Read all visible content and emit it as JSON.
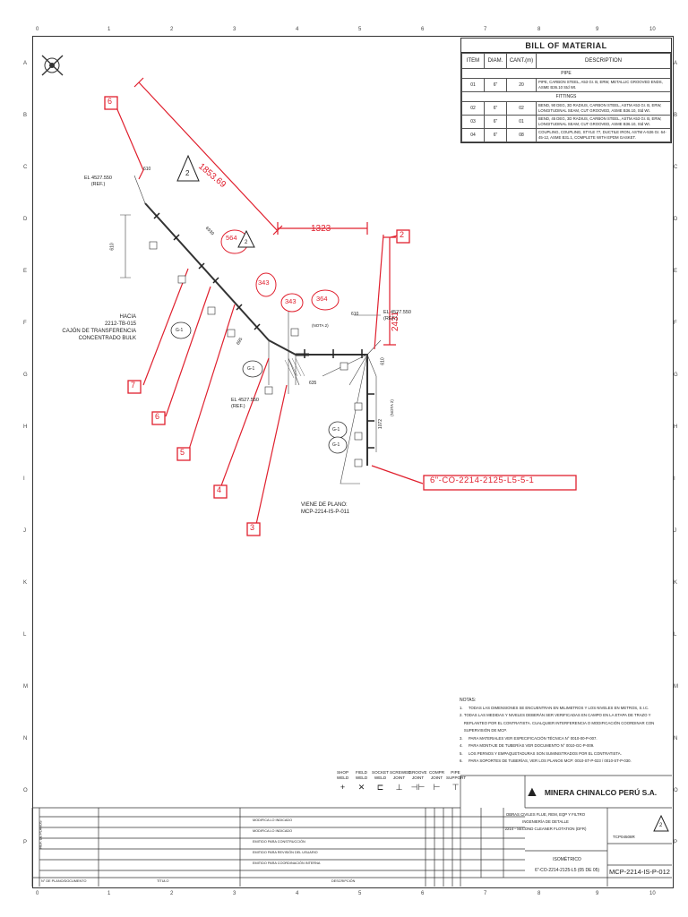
{
  "grid": {
    "top_numbers": [
      "0",
      "1",
      "2",
      "3",
      "4",
      "5",
      "6",
      "7",
      "8",
      "9",
      "10"
    ],
    "side_letters": [
      "A",
      "B",
      "C",
      "D",
      "E",
      "F",
      "G",
      "H",
      "I",
      "J",
      "K",
      "L",
      "M",
      "N",
      "O",
      "P"
    ]
  },
  "bom": {
    "title": "BILL OF MATERIAL",
    "headers": [
      "ITEM",
      "DIAM.",
      "CANT.(m)",
      "DESCRIPTION"
    ],
    "sections": [
      {
        "name": "PIPE",
        "rows": [
          {
            "item": "01",
            "diam": "6\"",
            "cant": "20",
            "desc": "PIPE, CARBON STEEL, A53 Gr. B, ERW, METALLIC GROOVED ENDS, ASME B36.10 Std Wt."
          }
        ]
      },
      {
        "name": "FITTINGS",
        "rows": [
          {
            "item": "02",
            "diam": "6\"",
            "cant": "02",
            "desc": "BEND, 90 DEG, 3D RADIUS, CARBON STEEL, ASTM A53 Gr. B, ERW, LONGITUDINAL SEAM, CUT GROOVED, ASME B36.10, Std Wt."
          },
          {
            "item": "03",
            "diam": "6\"",
            "cant": "01",
            "desc": "BEND, 45 DEG, 3D RADIUS, CARBON STEEL, ASTM A53 Gr. B, ERW, LONGITUDINAL SEAM, CUT GROOVED, ASME B36.10, Std Wt."
          },
          {
            "item": "04",
            "diam": "6\"",
            "cant": "08",
            "desc": "COUPLING, COUPLING, STYLE 77, DUCTILE IRON, ASTM A-536 Gr. 64-45-12, ASME B31.1, COMPLETE WITH EPDM GASKET."
          }
        ]
      }
    ]
  },
  "drawing": {
    "dim_top": "1323",
    "dim_diag": "1853.69",
    "dim_vert": "2431",
    "el_left": "EL 4527.550\n(REF.)",
    "el_right": "EL 4527.550\n(REF.)",
    "el_bottom": "EL 4527.550\n(REF.)",
    "hacia": "HACIA\n2212-TB-015\nCAJÓN DE TRANSFERENCIA\nCONCENTRADO BULK",
    "viene": "VIENE DE PLANO:\nMCP-2214-IS-P-011",
    "line_tag": "6\"-CO-2214-2125-L5-5-1",
    "callouts": [
      "6",
      "2",
      "7",
      "6",
      "5",
      "4",
      "3"
    ],
    "red_numbers": [
      "564",
      "343",
      "343",
      "364"
    ],
    "dims_small": [
      "610",
      "610",
      "6939",
      "610",
      "635",
      "1072",
      "610",
      "695"
    ],
    "notes_small": [
      "(NOTA 2)",
      "(NOTA 2)"
    ],
    "supports": [
      "G-1",
      "G-1",
      "G-1",
      "G-1"
    ],
    "rev_tri": "2"
  },
  "notes": {
    "header": "NOTAS:",
    "items": [
      "TODAS LAS DIMENSIONES SE ENCUENTRAN EN MILIMETROS Y LOS NIVELES EN METROS, S.I.C.",
      "TODAS LAS MEDIDAS Y NIVELES DEBERÁN SER VERIFICADAS EN CAMPO EN LA ETAPA DE TRAZO Y REPLANTEO POR EL CONTRATISTA. CUALQUIER INTERFERENCIA O MODIFICACIÓN COORDINAR CON SUPERVISIÓN DE MCP.",
      "PARA MATERIALES VER ESPECIFICACIÓN TÉCNICA N° 0010-00-P-007.",
      "PARA MONTAJE DE TUBERÍAS VER DOCUMENTO N° 0010-GC-P-009.",
      "LOS PERNOS Y EMPAQUETADURAS SON SUMINISTRADOS POR EL CONTRATISTA.",
      "PARA SOPORTES DE TUBERÍAS, VER LOS PLANOS MCP: 0010-ST-P-023 / 0010-ST-P-030."
    ]
  },
  "legend": [
    {
      "label": "SHOP\nWELD",
      "sym": "+"
    },
    {
      "label": "FIELD\nWELD",
      "sym": "✕"
    },
    {
      "label": "SOCKET\nWELD",
      "sym": "⊏"
    },
    {
      "label": "SCREWED\nJOINT",
      "sym": "⊥"
    },
    {
      "label": "GROOVE\nJOINT",
      "sym": "⊣⊢"
    },
    {
      "label": "COMPR\nJOINT",
      "sym": "⊢"
    },
    {
      "label": "PIPE\nSUPPORT",
      "sym": "⊤"
    }
  ],
  "title_block": {
    "company": "MINERA CHINALCO PERÚ S.A.",
    "project_lines": [
      "OBRAS CIVILES FLUE, REM, EQP Y FILTRO",
      "INGENIERÍA DE DETALLE",
      "2214 - SECOND CLEANER FLOTATION (DFR)"
    ],
    "iso_title": "ISOMÉTRICO",
    "iso_sub": "6\"-CO-2214-2125-L5 (05 DE 05)",
    "plan_no": "MCP-2214-IS-P-012",
    "project_code": "TCP04508R",
    "revisions": [
      {
        "desc": "MODIFICA LO INDICADO"
      },
      {
        "desc": "MODIFICA LO INDICADO"
      },
      {
        "desc": "EMITIDO PARA CONSTRUCCIÓN"
      },
      {
        "desc": "EMITIDO PARA REVISIÓN DEL USUARIO"
      },
      {
        "desc": "EMITIDO PARA COORDINACIÓN INTERNA"
      }
    ],
    "col_titles": [
      "N° DE PLANO/DOCUMENTO",
      "TÍTULO",
      "DESCRIPCIÓN"
    ],
    "refs_label": "REF. DE PLANOS"
  },
  "colors": {
    "accent": "#e0202e",
    "ink": "#333333"
  }
}
